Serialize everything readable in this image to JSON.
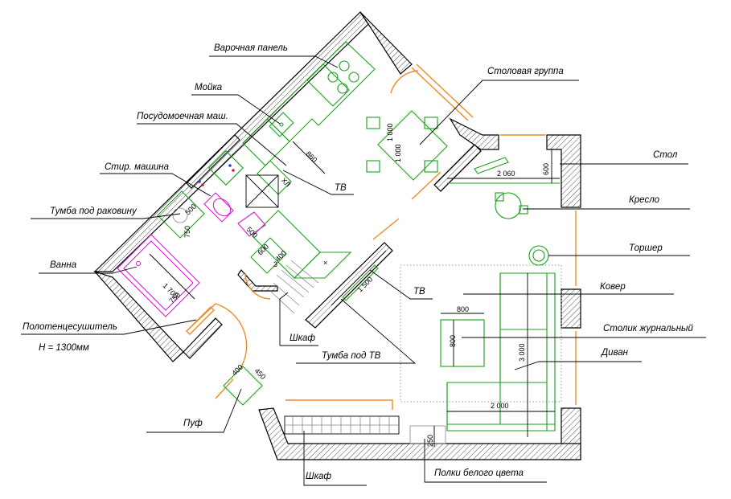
{
  "labels": {
    "cooktop": "Варочная панель",
    "sink": "Мойка",
    "dishwasher": "Посудомоечная маш.",
    "washer": "Стир. машина",
    "vanity": "Тумба под раковину",
    "bathtub": "Ванна",
    "towel_warmer": "Полотенцесушитель",
    "towel_height": "H = 1300мм",
    "pouf": "Пуф",
    "wardrobe_bottom": "Шкаф",
    "shelves": "Полки белого цвета",
    "tv_stand": "Тумба под ТВ",
    "wardrobe_mid": "Шкаф",
    "tv_mid": "ТВ",
    "tv_kitchen": "ТВ",
    "dining": "Столовая группа",
    "table": "Стол",
    "armchair": "Кресло",
    "floor_lamp": "Торшер",
    "carpet": "Ковер",
    "coffee_table": "Столик журнальный",
    "sofa": "Диван"
  },
  "dimensions": {
    "kitchen_depth": "860",
    "dining_a": "1 000",
    "dining_b": "1 000",
    "desk_len": "2 060",
    "desk_depth": "600",
    "wc_a": "500",
    "wc_b": "750",
    "bath_len": "1 700",
    "bath_w": "750",
    "shower_a": "600",
    "shower_b": "400",
    "shower_c": "500",
    "tv_len": "1 500",
    "ctable_w": "800",
    "ctable_h": "800",
    "sofa_len": "3 000",
    "sofa_w": "2 000",
    "shelf_d": "250",
    "pouf_a": "400",
    "pouf_b": "450"
  },
  "symbols": {
    "fridge": "ХЛ",
    "washer_num": "3",
    "cross": "×"
  },
  "colors": {
    "furniture": "#1aa01a",
    "plumbing": "#d21fd2",
    "openings": "#f08a24",
    "walls": "#000000"
  }
}
